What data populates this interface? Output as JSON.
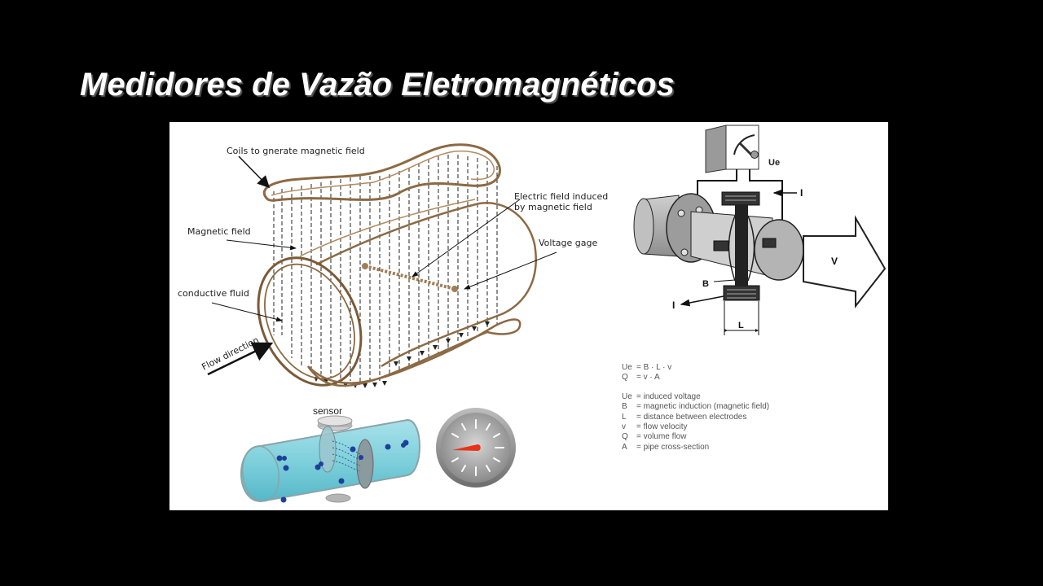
{
  "slide": {
    "title": "Medidores de Vazão Eletromagnéticos",
    "background_color": "#000000",
    "title_color": "#ffffff"
  },
  "coil_diagram": {
    "labels": {
      "coils": "Coils to gnerate magnetic field",
      "magnetic_field": "Magnetic field",
      "electric_field_line1": "Electric field induced",
      "electric_field_line2": "by magnetic field",
      "voltage_gage": "Voltage gage",
      "conductive_fluid": "conductive fluid",
      "flow_direction": "Flow direction"
    },
    "coil_color": "#8b6a44"
  },
  "meter_diagram": {
    "labels": {
      "voltage": "Ue",
      "current_in": "I",
      "current_out": "I",
      "field": "B",
      "velocity": "V",
      "length": "L"
    },
    "formulas": [
      {
        "symbol": "Ue",
        "expr": "= B · L · v"
      },
      {
        "symbol": "Q",
        "expr": "= v · A"
      }
    ],
    "definitions": [
      {
        "symbol": "Ue",
        "text": "= induced voltage"
      },
      {
        "symbol": "B",
        "text": "= magnetic induction (magnetic field)"
      },
      {
        "symbol": "L",
        "text": "= distance between electrodes"
      },
      {
        "symbol": "v",
        "text": "= flow velocity"
      },
      {
        "symbol": "Q",
        "text": "= volume flow"
      },
      {
        "symbol": "A",
        "text": "= pipe cross-section"
      }
    ]
  },
  "sensor_diagram": {
    "label": "sensor",
    "pipe_color": "#7fd0dc",
    "particle_color": "#1e3f9a",
    "gauge_needle_color": "#e8331a"
  }
}
